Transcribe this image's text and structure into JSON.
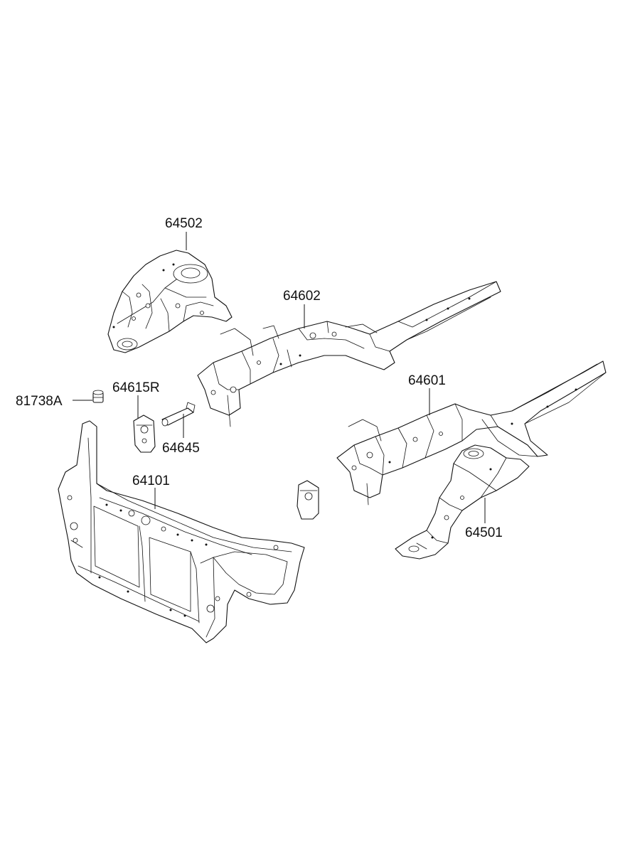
{
  "callouts": {
    "p64502": "64502",
    "p64602": "64602",
    "p81738A": "81738A",
    "p64615R": "64615R",
    "p64645": "64645",
    "p64601": "64601",
    "p64101": "64101",
    "p64501": "64501"
  }
}
